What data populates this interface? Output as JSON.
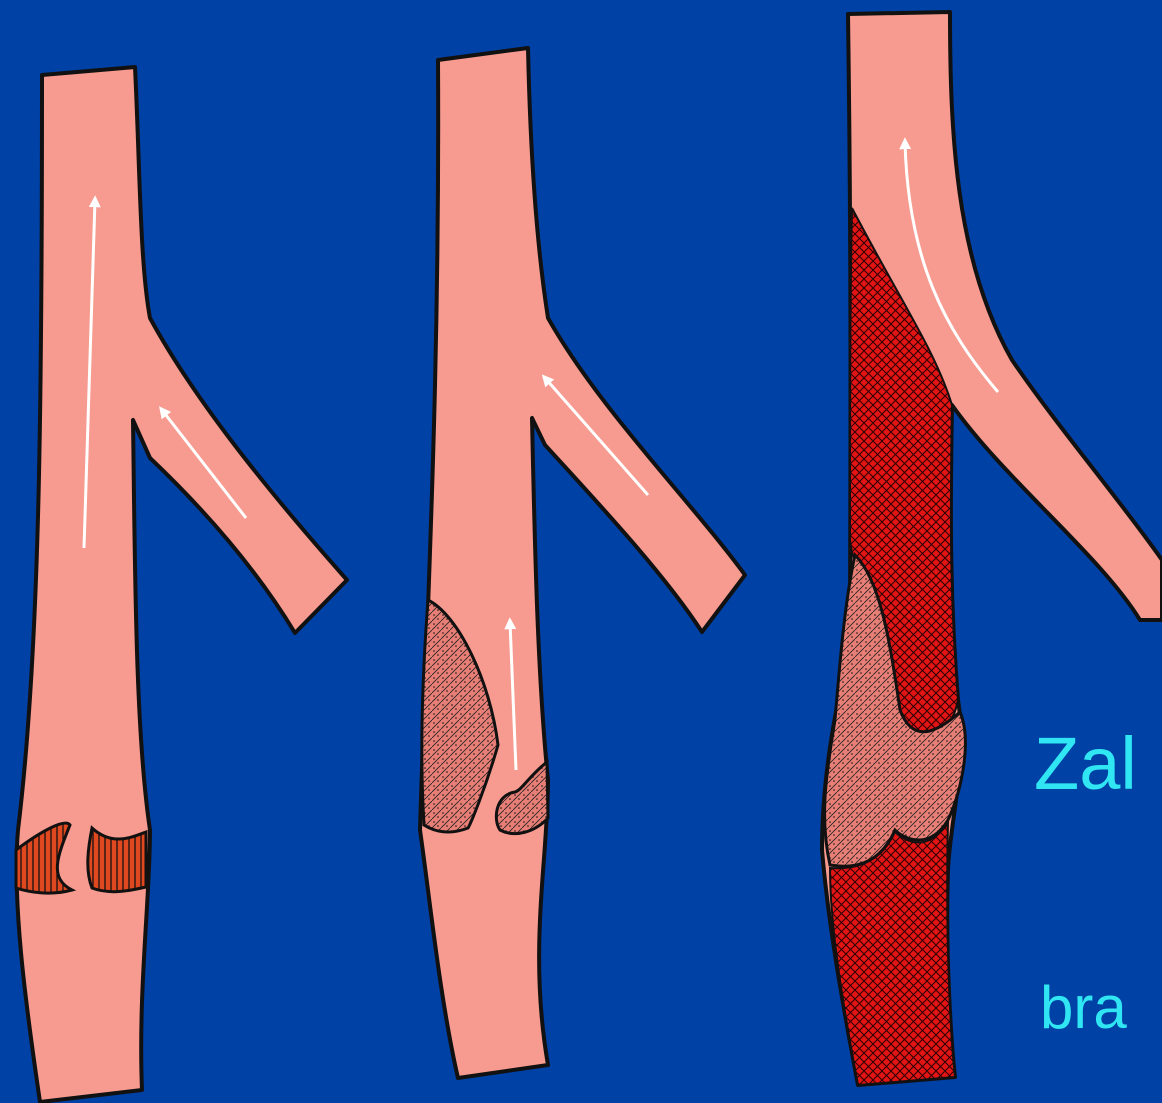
{
  "colors": {
    "background": "#0041a6",
    "vessel": "#f79a8f",
    "outline": "#111111",
    "flow_arrow": "#ffffff",
    "valve_cusp": "#e0481f",
    "thrombus_dotted": "#e87f76",
    "thrombus_red": "#e21414",
    "label_text": "#30e6f2"
  },
  "panels": [
    {
      "name": "normal-vein-open-valve"
    },
    {
      "name": "vein-thrombus-in-valve-pocket"
    },
    {
      "name": "vein-propagated-occlusive-thrombus"
    }
  ],
  "labels": {
    "line1": "Zal",
    "line2": "bra"
  },
  "icons": [
    "flow-arrow-icon"
  ]
}
